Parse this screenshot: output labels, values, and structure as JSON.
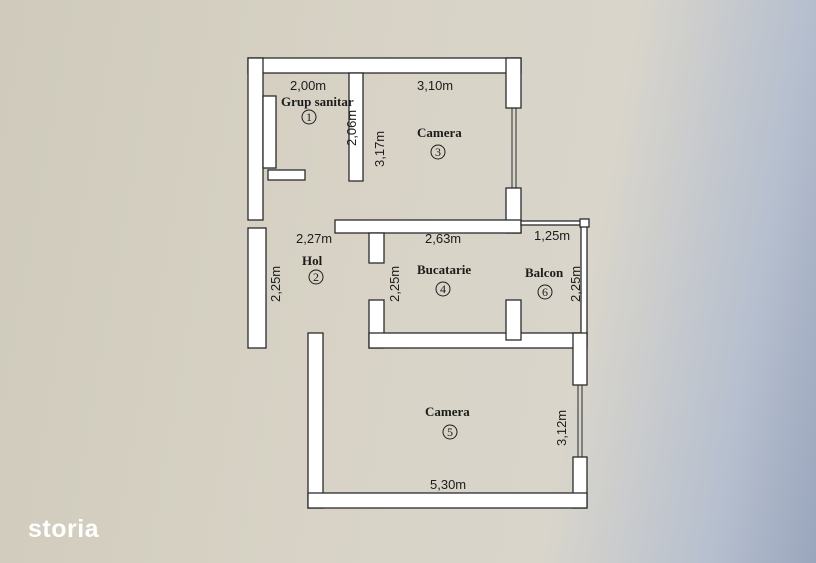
{
  "floor_plan": {
    "rooms": [
      {
        "name": "Grup sanitar",
        "number": "1"
      },
      {
        "name": "Hol",
        "number": "2"
      },
      {
        "name": "Camera",
        "number": "3"
      },
      {
        "name": "Bucatarie",
        "number": "4"
      },
      {
        "name": "Camera",
        "number": "5"
      },
      {
        "name": "Balcon",
        "number": "6"
      }
    ],
    "dimensions": {
      "bath_width": "2,00m",
      "bath_height": "2,06m",
      "room3_width": "3,10m",
      "room3_height": "3,17m",
      "hall_width": "2,27m",
      "hall_height": "2,25m",
      "kitchen_width": "2,63m",
      "kitchen_height": "2,25m",
      "balcony_width": "1,25m",
      "balcony_height": "2,25m",
      "room5_width": "5,30m",
      "room5_height": "3,12m"
    }
  },
  "branding": {
    "logo": "storia"
  }
}
